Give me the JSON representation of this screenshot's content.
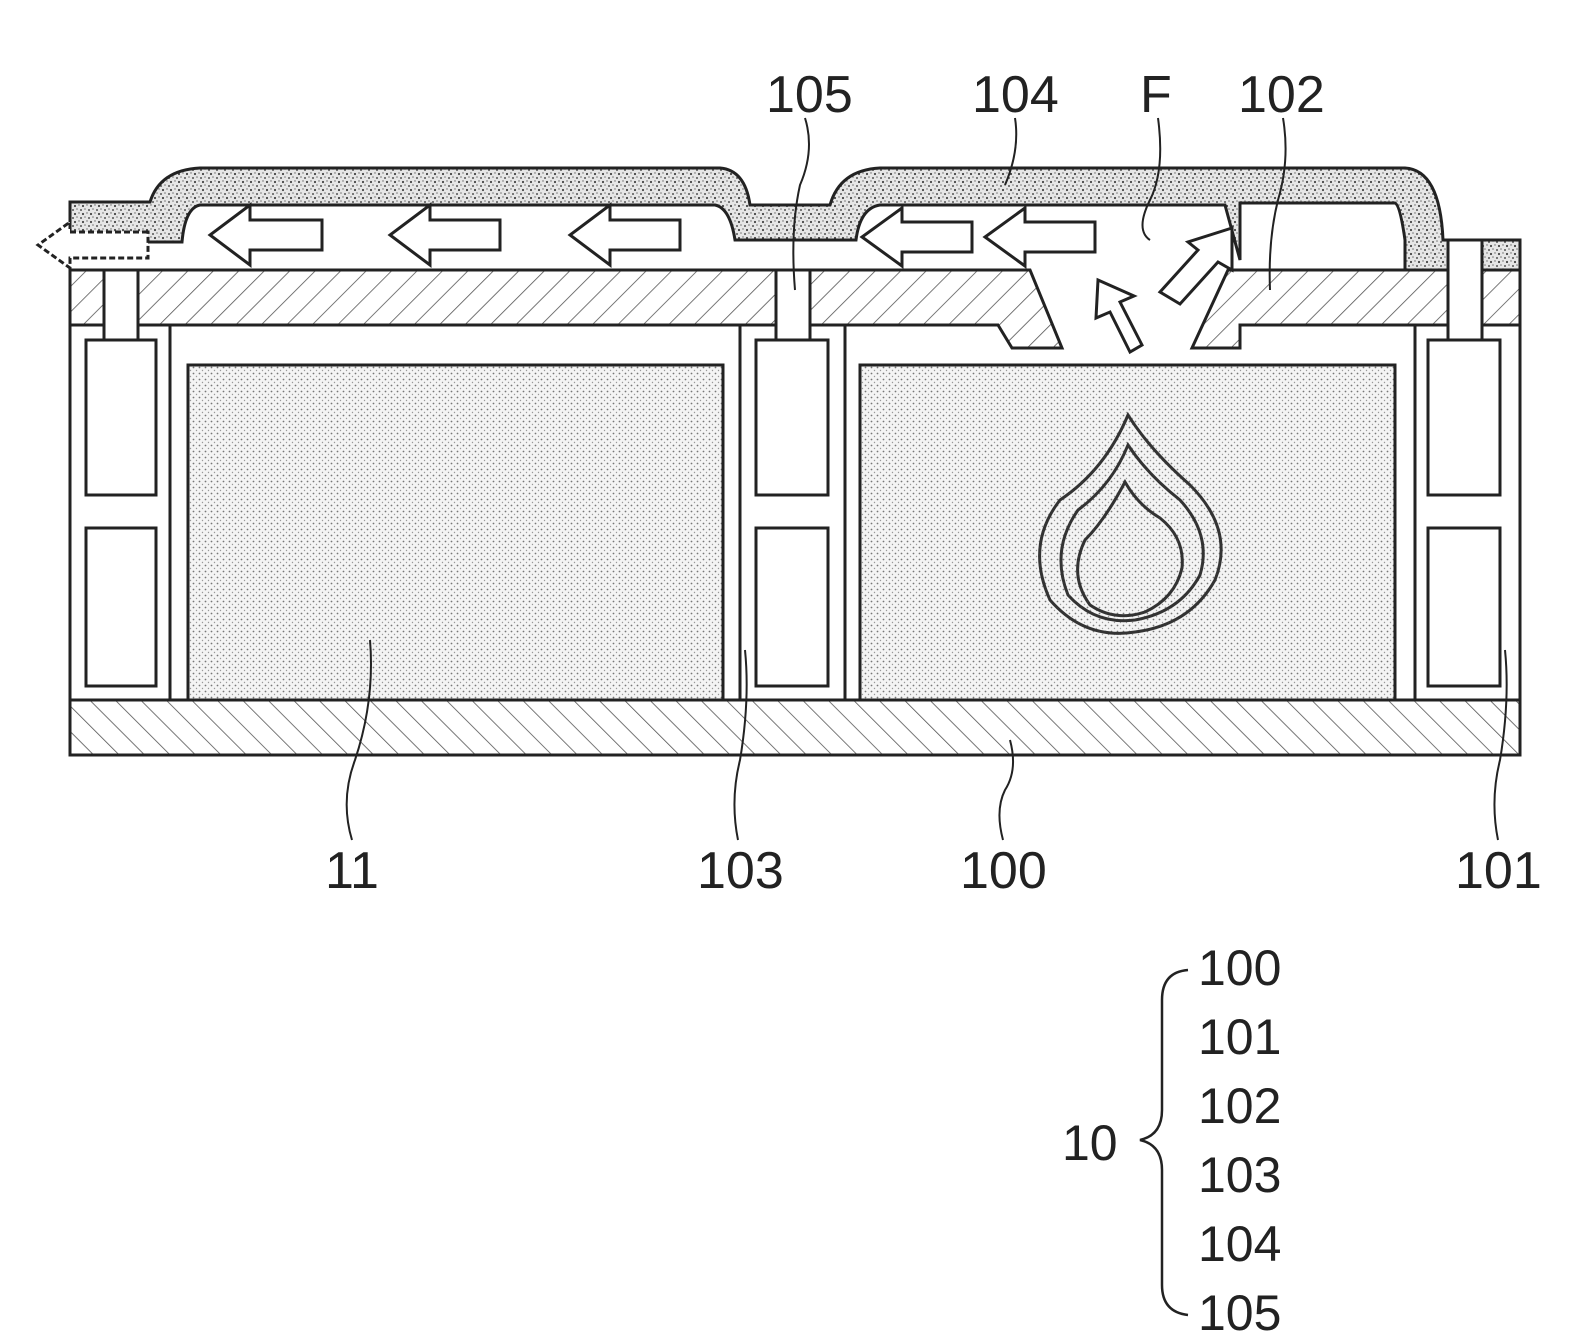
{
  "labels": {
    "l105": "105",
    "l104": "104",
    "lF": "F",
    "l102": "102",
    "l11": "11",
    "l103": "103",
    "l100": "100",
    "l101": "101"
  },
  "legend": {
    "group": "10",
    "items": [
      "100",
      "101",
      "102",
      "103",
      "104",
      "105"
    ]
  }
}
